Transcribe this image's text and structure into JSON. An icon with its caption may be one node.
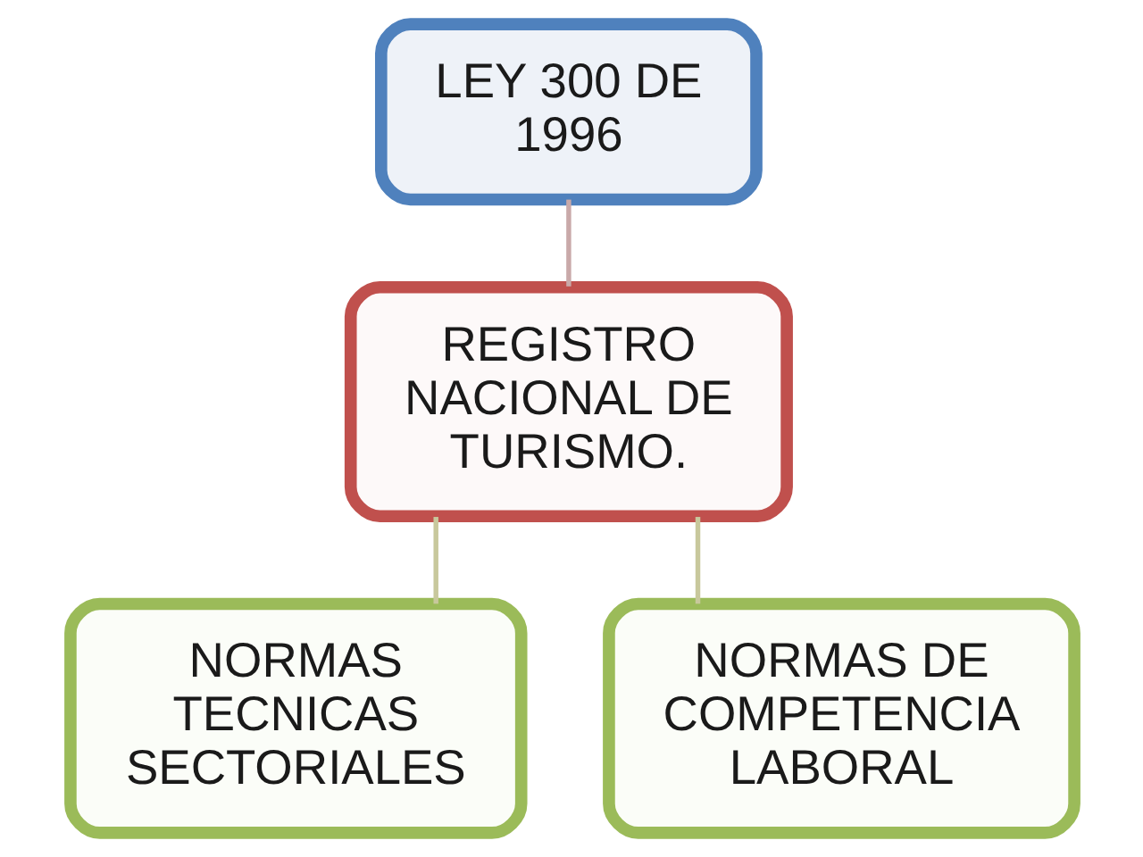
{
  "diagram": {
    "nodes": [
      {
        "text": [
          "LEY 300 DE 1996"
        ]
      },
      {
        "text": [
          "REGISTRO NACIONAL DE TURISMO."
        ]
      },
      {
        "text": [
          "NORMAS TECNICAS SECTORIALES"
        ]
      },
      {
        "text": [
          "NORMAS DE COMPETENCIA LABORAL"
        ]
      }
    ],
    "edges": [
      {
        "from": 0,
        "to": 1,
        "arrow": "none",
        "color": "#c9a9a9"
      },
      {
        "from": 1,
        "to": 2,
        "arrow": "none"
      },
      {
        "from": 1,
        "to": 3,
        "arrow": "none"
      }
    ]
  }
}
